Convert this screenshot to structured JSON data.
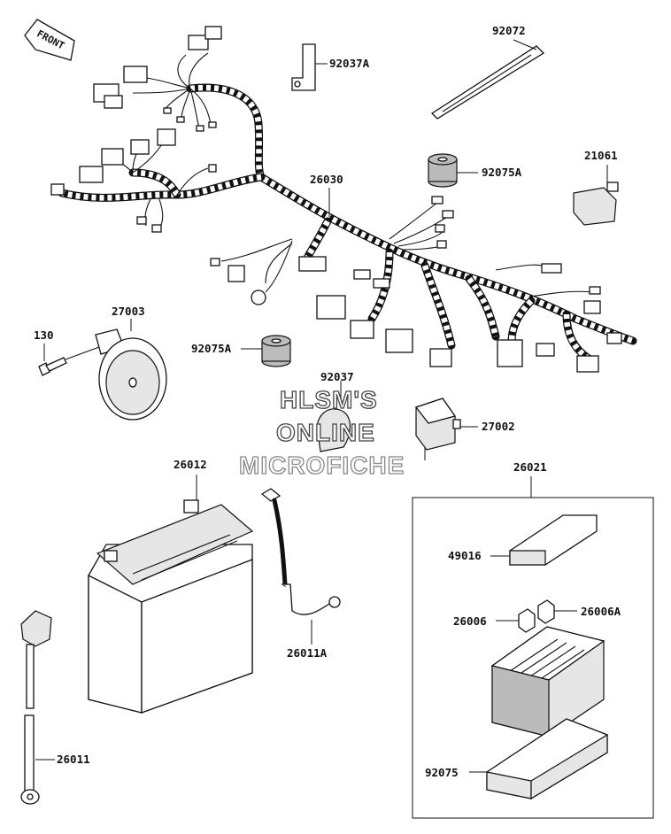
{
  "diagram": {
    "front_label": "FRONT",
    "watermark": [
      "HLSM'S",
      "ONLINE",
      "MICROFICHE"
    ],
    "labels": {
      "p92072": "92072",
      "p92037A": "92037A",
      "p92075A_top": "92075A",
      "p21061": "21061",
      "p26030": "26030",
      "p27003": "27003",
      "p130": "130",
      "p92075A_mid": "92075A",
      "p92037": "92037",
      "p27002": "27002",
      "p26012": "26012",
      "p26021": "26021",
      "p49016": "49016",
      "p26006": "26006",
      "p26006A": "26006A",
      "p26011A": "26011A",
      "p26011": "26011",
      "p92075": "92075"
    }
  }
}
